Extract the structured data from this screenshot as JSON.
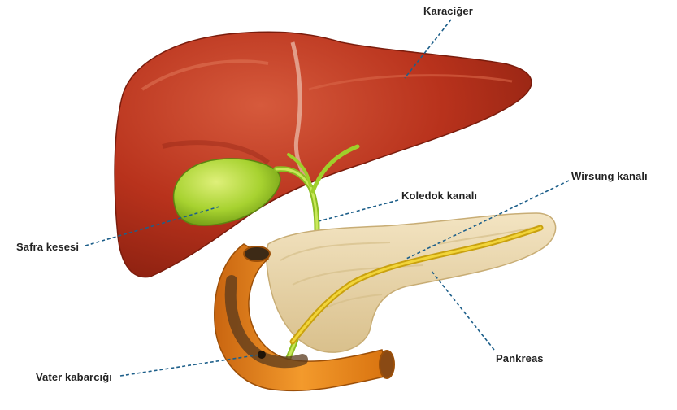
{
  "labels": {
    "liver": "Karaciğer",
    "common_bile_duct": "Koledok kanalı",
    "pancreatic_duct": "Wirsung kanalı",
    "gallbladder": "Safra kesesi",
    "pancreas": "Pankreas",
    "ampulla_of_vater": "Vater kabarcığı"
  },
  "colors": {
    "liver": "#b8321c",
    "liver_shadow": "#8a2010",
    "gallbladder": "#9fcf2a",
    "pancreas": "#ecd9b0",
    "pancreatic_duct": "#e6c21a",
    "duodenum": "#e8821a",
    "duodenum_inner": "#5a3a1c",
    "leader_line": "#1d5f8a"
  }
}
